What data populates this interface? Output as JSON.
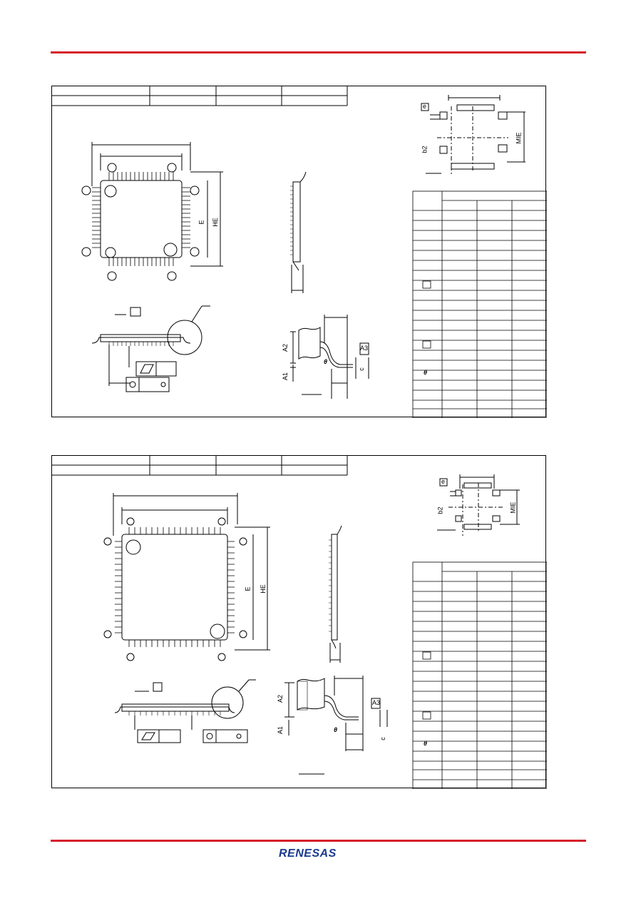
{
  "colors": {
    "rule": "#d6202a",
    "logo": "#1a3a8c",
    "logo_accent": "#d6202a",
    "line": "#000000"
  },
  "brand": {
    "logo_text": "RENESAS"
  },
  "panels": [
    {
      "labels": {
        "he": "HE",
        "e": "E",
        "mie": "MIE",
        "e_box": "e",
        "b2": "b2",
        "a1": "A1",
        "a2": "A2",
        "a3": "A3",
        "c": "c",
        "theta": "θ"
      }
    },
    {
      "labels": {
        "he": "HE",
        "e": "E",
        "mie": "MIE",
        "e_box": "e",
        "b2": "b2",
        "a1": "A1",
        "a2": "A2",
        "a3": "A3",
        "c": "c",
        "theta": "θ"
      }
    }
  ]
}
